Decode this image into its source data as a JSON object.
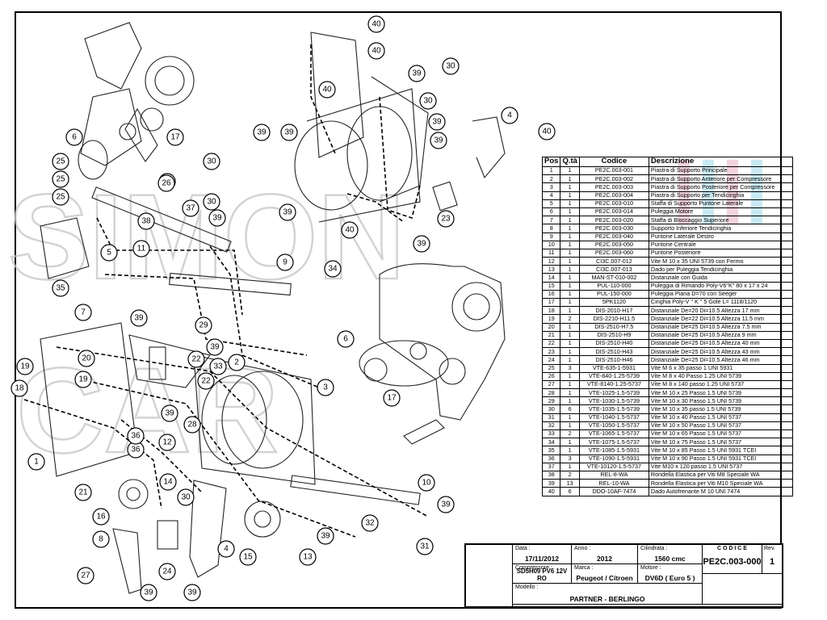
{
  "watermark": {
    "line1": "SIMON",
    "line2": "CAR"
  },
  "parts_table": {
    "headers": [
      "Pos",
      "Q.tà",
      "Codice",
      "Descrizione"
    ],
    "rows": [
      [
        "1",
        "1",
        "PE2C.003-001",
        "Piastra di Supporto Principale"
      ],
      [
        "2",
        "1",
        "PE2C.003-002",
        "Piastra di Supporto Anteriore per Compressore"
      ],
      [
        "3",
        "1",
        "PE2C.003-003",
        "Piastra di Supporto Posteriore per Compressore"
      ],
      [
        "4",
        "1",
        "PE2C.003-004",
        "Piastra di Supporto per Tendicinghia"
      ],
      [
        "5",
        "1",
        "PE2C.003-010",
        "Staffa di Supporto Puntone Laterale"
      ],
      [
        "6",
        "1",
        "PE2C.003-014",
        "Puleggia Motore"
      ],
      [
        "7",
        "1",
        "PE2C.003-020",
        "Staffa di Bloccaggio Superiore"
      ],
      [
        "8",
        "1",
        "PE2C.003-030",
        "Supporto Inferiore Tendicinghia"
      ],
      [
        "9",
        "1",
        "PE2C.003-040",
        "Puntone Laterale Destro"
      ],
      [
        "10",
        "1",
        "PE2C.003-050",
        "Puntone Centrale"
      ],
      [
        "11",
        "1",
        "PE2C.003-060",
        "Puntone Posteriore"
      ],
      [
        "12",
        "1",
        "CI3C.007-012",
        "Vite M 10 x 35 UNI 5739 con Fermo"
      ],
      [
        "13",
        "1",
        "CI3C.007-013",
        "Dado per Puleggia Tendicinghia"
      ],
      [
        "14",
        "1",
        "MAN-ST-010-002",
        "Distanziale con Guida"
      ],
      [
        "15",
        "1",
        "PUL-110-000",
        "Puleggia di Rimando Poly-V6\"K\"  80 x 17 x 24"
      ],
      [
        "16",
        "1",
        "PUL-150-000",
        "Puleggia Piana D=70 con Seeger"
      ],
      [
        "17",
        "1",
        "5PK1120",
        "Cinghia Poly-V \" K \" 5 Gole L= 1118/1120"
      ],
      [
        "18",
        "1",
        "DIS-2010-H17",
        "Distanziale De=20 Di=10.5 Altezza 17 mm"
      ],
      [
        "19",
        "2",
        "DIS-2210-H11.5",
        "Distanziale De=22 Di=10.5 Altezza 11.5 mm"
      ],
      [
        "20",
        "1",
        "DIS-2510-H7.5",
        "Distanziale De=25 Di=10.5 Altezza 7.5 mm"
      ],
      [
        "21",
        "1",
        "DIS-2510-H9",
        "Distanziale De=25 Di=10.5 Altezza 9 mm"
      ],
      [
        "22",
        "1",
        "DIS-2510-H40",
        "Distanziale De=25 Di=10.5 Altezza 40 mm"
      ],
      [
        "23",
        "1",
        "DIS-2510-H43",
        "Distanziale De=25 Di=10.5 Altezza 43 mm"
      ],
      [
        "24",
        "1",
        "DIS-2510-H46",
        "Distanziale De=25 Di=10.5 Altezza 46 mm"
      ],
      [
        "25",
        "3",
        "VTE-635-1-5931",
        "Vite M 6 x 35 passo 1 UNI 5931"
      ],
      [
        "26",
        "1",
        "VTE-840-1.25-5739",
        "Vite M 8 x 40 Passo 1.25 UNI 5739"
      ],
      [
        "27",
        "1",
        "VTE-8140-1.25-5737",
        "Vite M 8 x 140 passo 1.25 UNI 5737"
      ],
      [
        "28",
        "1",
        "VTE-1025-1.5-5739",
        "Vite M 10 x 25 Passo 1.5 UNI 5739"
      ],
      [
        "29",
        "1",
        "VTE-1030-1.5-5739",
        "Vite M 10 x 30 Passo 1.5 UNI 5739"
      ],
      [
        "30",
        "6",
        "VTE-1035-1.5-5739",
        "Vite M 10 x 35 passo 1.5 UNI 5739"
      ],
      [
        "31",
        "1",
        "VTE-1040-1.5-5737",
        "Vite M 10 x 40 Passo 1.5 UNI 5737"
      ],
      [
        "32",
        "1",
        "VTE-1050-1.5-5737",
        "Vite M 10 x 50 Passo 1.5 UNI 5737"
      ],
      [
        "33",
        "2",
        "VTE-1065-1.5-5737",
        "Vite M 10 x 65 Passo 1.5 UNI 5737"
      ],
      [
        "34",
        "1",
        "VTE-1075-1.5-5737",
        "Vite M 10 x 75 Passo 1.5 UNI 5737"
      ],
      [
        "35",
        "1",
        "VTE-1085-1.5-5931",
        "Vite M 10 x 85 Passo 1.5 UNI 5931 TCEI"
      ],
      [
        "36",
        "3",
        "VTE-1090-1.5-5931",
        "Vite M 10 x 90 Passo 1.5 UNI 5931 TCEI"
      ],
      [
        "37",
        "1",
        "VTE-10120-1.5-5737",
        "Vite M10 x 120 passo 1.5 UNI 5737"
      ],
      [
        "38",
        "2",
        "REL-8-WA",
        "Rondella Elastica per Viti M8 Speciale WA"
      ],
      [
        "39",
        "13",
        "REL-10-WA",
        "Rondella Elastica per Viti M10 Speciale WA"
      ],
      [
        "40",
        "6",
        "DDO-10AF-7474",
        "Dado Autofrenante M 10 UNI 7474"
      ]
    ]
  },
  "title_block": {
    "data_label": "Data :",
    "data_value": "17/11/2012",
    "anno_label": "Anno :",
    "anno_value": "2012",
    "cilindrata_label": "Cilindrata :",
    "cilindrata_value": "1560 cmc",
    "codice_label": "C O D I C E",
    "codice_value": "PE2C.003-000",
    "rev_label": "Rev.",
    "rev_value": "1",
    "compressore_label": "Compressore :",
    "compressore_value": "SD5H09 PV6 12V RO",
    "marca_label": "Marca :",
    "marca_value": "Peugeot / Citroen",
    "motore_label": "Motore :",
    "motore_value": "DV6D ( Euro 5 )",
    "modello_label": "Modello :",
    "modello_value": "PARTNER - BERLINGO"
  },
  "balloons": [
    "1",
    "2",
    "3",
    "4",
    "5",
    "6",
    "7",
    "8",
    "9",
    "10",
    "11",
    "12",
    "13",
    "14",
    "15",
    "16",
    "17",
    "18",
    "19",
    "20",
    "21",
    "22",
    "23",
    "24",
    "25",
    "26",
    "27",
    "28",
    "29",
    "30",
    "31",
    "32",
    "33",
    "34",
    "35",
    "36",
    "37",
    "38",
    "39",
    "40"
  ]
}
